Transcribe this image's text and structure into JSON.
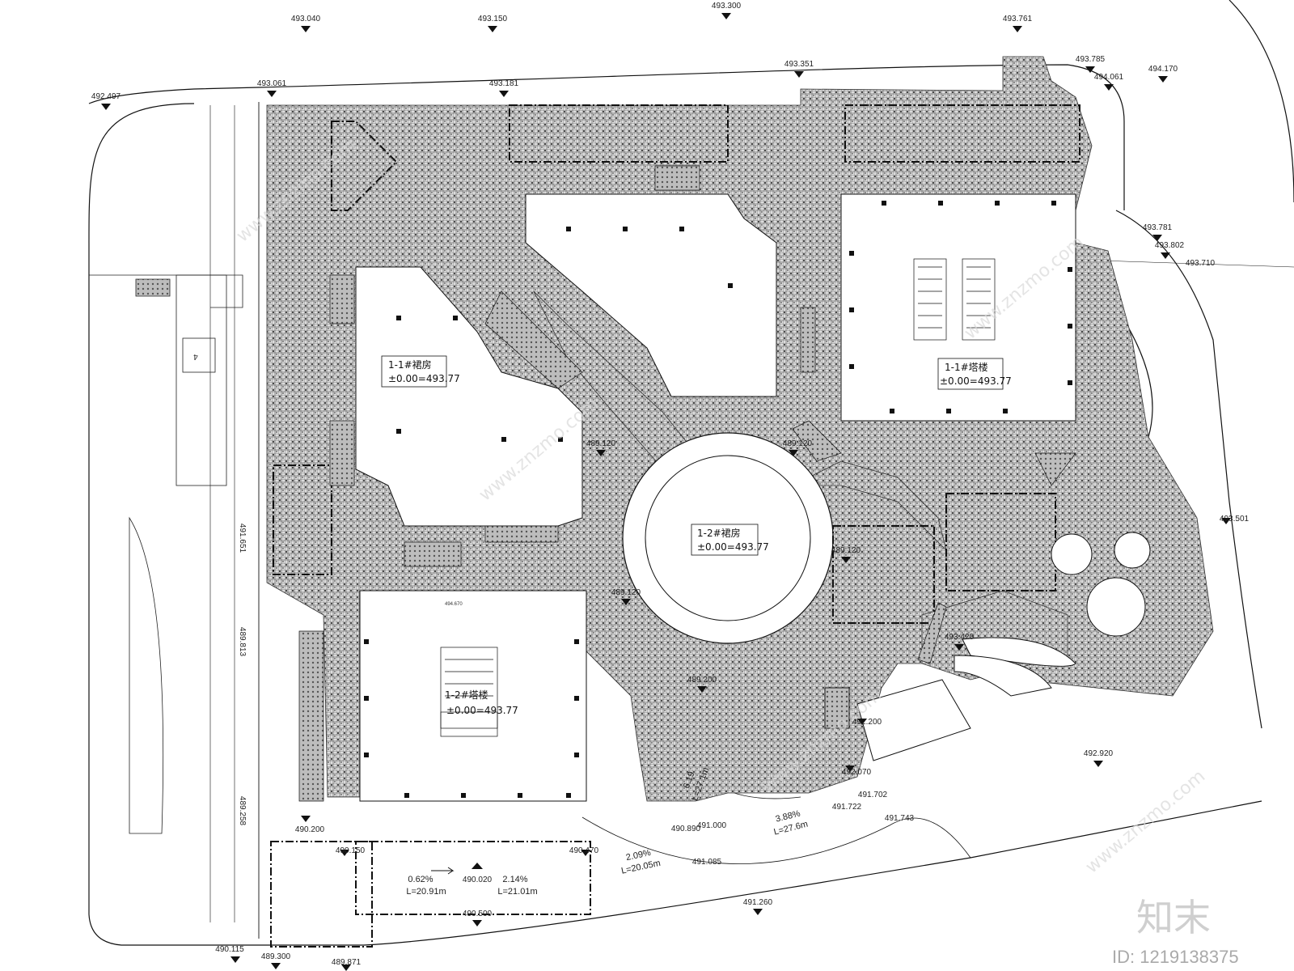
{
  "buildings": [
    {
      "name": "1-1#裙房",
      "level": "±0.00=493.77"
    },
    {
      "name": "1-1#塔楼",
      "level": "±0.00=493.77"
    },
    {
      "name": "1-2#裙房",
      "level": "±0.00=493.77"
    },
    {
      "name": "1-2#塔楼",
      "level": "±0.00=493.77"
    }
  ],
  "elevations": {
    "top": [
      "493.040",
      "493.150",
      "493.300",
      "493.761",
      "493.785",
      "494.061",
      "494.170",
      "492.497",
      "493.061",
      "493.181",
      "493.351"
    ],
    "right": [
      "493.781",
      "493.802",
      "493.710",
      "493.501",
      "493.420",
      "492.920"
    ],
    "center": [
      "489.120",
      "489.120",
      "489.120",
      "489.120",
      "489.200",
      "492.200",
      "492.070",
      "491.702",
      "491.722",
      "491.743",
      "491.000",
      "490.890",
      "491.085"
    ],
    "left": [
      "491.651",
      "489.813",
      "489.258"
    ],
    "bottom": [
      "490.200",
      "490.150",
      "490.470",
      "490.020",
      "490.500",
      "491.260",
      "490.115",
      "489.300",
      "489.871"
    ]
  },
  "slopes": [
    {
      "grade": "0.62%",
      "length": "L=20.91m"
    },
    {
      "grade": "2.14%",
      "length": "L=21.01m"
    },
    {
      "grade": "2.09%",
      "length": "L=20.05m"
    },
    {
      "grade": "3.88%",
      "length": "L=27.6m"
    },
    {
      "grade": "6.19",
      "length": "L=27.1m"
    }
  ],
  "misc": {
    "parking_no": "4",
    "small_note": "494.670"
  },
  "watermark": {
    "site": "www.znzmo.com",
    "logo": "知末",
    "id": "ID: 1219138375"
  }
}
